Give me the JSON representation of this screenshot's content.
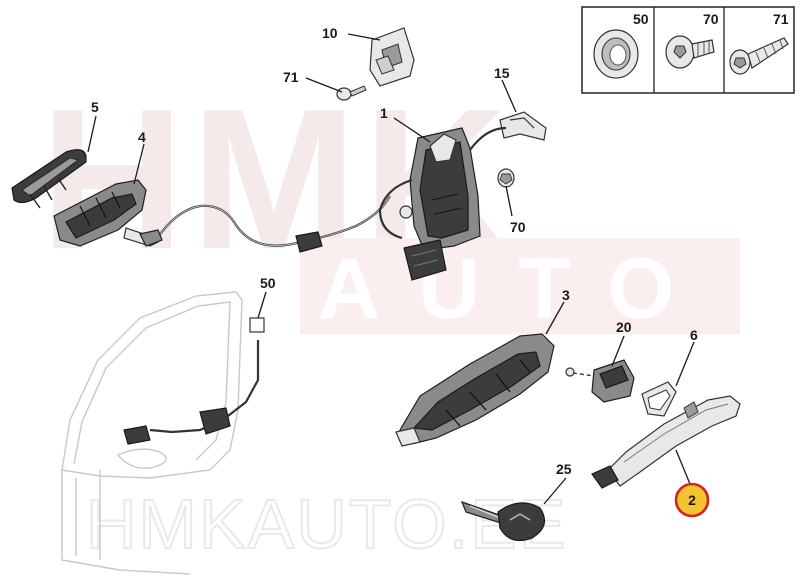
{
  "watermark": {
    "logo_text": "HMK",
    "logo_sub": "AUTO",
    "bottom_text": "HMKAUTO.EE"
  },
  "legend": {
    "items": [
      {
        "label": "50",
        "icon": "grommet-icon"
      },
      {
        "label": "70",
        "icon": "bolt-icon"
      },
      {
        "label": "71",
        "icon": "screw-icon"
      }
    ]
  },
  "callouts": {
    "c1": "1",
    "c2": "2",
    "c3": "3",
    "c4": "4",
    "c5": "5",
    "c6": "6",
    "c10": "10",
    "c15": "15",
    "c20": "20",
    "c25": "25",
    "c50": "50",
    "c70": "70",
    "c71": "71"
  },
  "highlight": {
    "fill": "#f4c430",
    "ring": "#d2232a"
  }
}
